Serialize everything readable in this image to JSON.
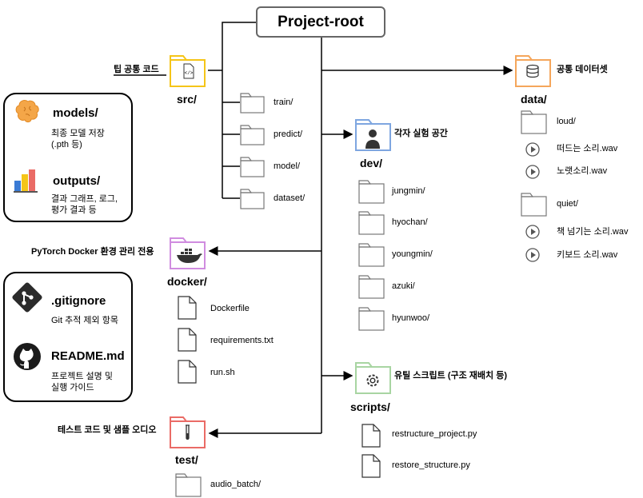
{
  "root": {
    "title": "Project-root"
  },
  "src": {
    "name": "src/",
    "note": "팁 공통 코드",
    "children": [
      "train/",
      "predict/",
      "model/",
      "dataset/"
    ]
  },
  "data": {
    "name": "data/",
    "note": "공통 데이터셋",
    "groups": [
      {
        "folder": "loud/",
        "files": [
          "떠드는 소리.wav",
          "노랫소리.wav"
        ]
      },
      {
        "folder": "quiet/",
        "files": [
          "책 넘기는 소리.wav",
          "키보드 소리.wav"
        ]
      }
    ]
  },
  "dev": {
    "name": "dev/",
    "note": "각자 실험 공간",
    "children": [
      "jungmin/",
      "hyochan/",
      "youngmin/",
      "azuki/",
      "hyunwoo/"
    ]
  },
  "docker": {
    "name": "docker/",
    "note": "PyTorch Docker 환경 관리 전용",
    "files": [
      "Dockerfile",
      "requirements.txt",
      "run.sh"
    ]
  },
  "scripts": {
    "name": "scripts/",
    "note": "유틸 스크립트 (구조 재배치 등)",
    "files": [
      "restructure_project.py",
      "restore_structure.py"
    ]
  },
  "test": {
    "name": "test/",
    "note": "테스트 코드 및 샘플 오디오",
    "children": [
      "audio_batch/"
    ]
  },
  "legend1": {
    "models": {
      "title": "models/",
      "desc": "최종 모델 저장 (.pth 등)"
    },
    "outputs": {
      "title": "outputs/",
      "desc": "결과 그래프, 로그, 평가 결과 등"
    }
  },
  "legend2": {
    "gitignore": {
      "title": ".gitignore",
      "desc": "Git 추적 제외 항목"
    },
    "readme": {
      "title": "README.md",
      "desc": "프로젝트 설명 및 실행 가이드"
    }
  },
  "colors": {
    "src": "#f5c518",
    "data": "#f5a65b",
    "dev": "#7ea6e0",
    "docker": "#d08ce0",
    "scripts": "#a8d5a2",
    "test": "#ea6b66",
    "line": "#000000",
    "gray": "#777777"
  }
}
